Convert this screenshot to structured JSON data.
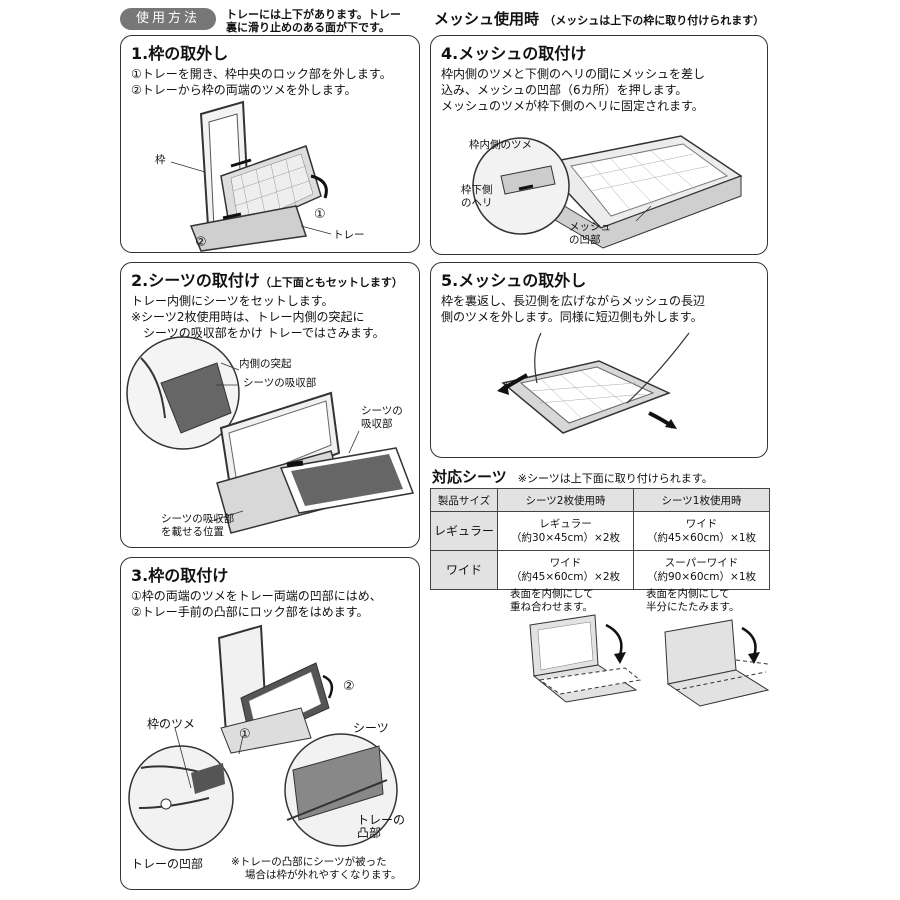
{
  "header": {
    "tag": "使用方法",
    "note1": "トレーには上下があります。トレー",
    "note2": "裏に滑り止めのある面が下です。",
    "mesh_title": "メッシュ使用時",
    "mesh_note": "（メッシュは上下の枠に取り付けられます）"
  },
  "step1": {
    "title": "1.枠の取外し",
    "line1": "①トレーを開き、枠中央のロック部を外します。",
    "line2": "②トレーから枠の両端のツメを外します。",
    "label_frame": "枠",
    "label_tray": "トレー",
    "mark1": "①",
    "mark2": "②"
  },
  "step2": {
    "title": "2.シーツの取付け",
    "title_sub": "（上下面ともセットします）",
    "line1": "トレー内側にシーツをセットします。",
    "line2": "※シーツ2枚使用時は、トレー内側の突起に",
    "line3": "シーツの吸収部をかけ トレーではさみます。",
    "label_protrusion": "内側の突起",
    "label_absorb": "シーツの吸収部",
    "label_sheet_absorb_1": "シーツの",
    "label_sheet_absorb_2": "吸収部",
    "label_place_1": "シーツの吸収部",
    "label_place_2": "を載せる位置"
  },
  "step3": {
    "title": "3.枠の取付け",
    "line1": "①枠の両端のツメをトレー両端の凹部にはめ、",
    "line2": "②トレー手前の凸部にロック部をはめます。",
    "label_claw": "枠のツメ",
    "label_sheet": "シーツ",
    "label_bump_1": "トレーの",
    "label_bump_2": "凸部",
    "label_recess": "トレーの凹部",
    "mark1": "①",
    "mark2": "②",
    "note1": "※トレーの凸部にシーツが被った",
    "note2": "場合は枠が外れやすくなります。"
  },
  "step4": {
    "title": "4.メッシュの取付け",
    "line1": "枠内側のツメと下側のヘリの間にメッシュを差し",
    "line2": "込み、メッシュの凹部（6カ所）を押します。",
    "line3": "メッシュのツメが枠下側のヘリに固定されます。",
    "label_claw": "枠内側のツメ",
    "label_edge_1": "枠下側",
    "label_edge_2": "のヘリ",
    "label_recess_1": "メッシュ",
    "label_recess_2": "の凹部"
  },
  "step5": {
    "title": "5.メッシュの取外し",
    "line1": "枠を裏返し、長辺側を広げながらメッシュの長辺",
    "line2": "側のツメを外します。同様に短辺側も外します。"
  },
  "sheets": {
    "title": "対応シーツ",
    "note": "※シーツは上下面に取り付けられます。",
    "headers": [
      "製品サイズ",
      "シーツ2枚使用時",
      "シーツ1枚使用時"
    ],
    "rows": [
      {
        "size": "レギュラー",
        "two_a": "レギュラー",
        "two_b": "（約30×45cm）×2枚",
        "one_a": "ワイド",
        "one_b": "（約45×60cm）×1枚"
      },
      {
        "size": "ワイド",
        "two_a": "ワイド",
        "two_b": "（約45×60cm）×2枚",
        "one_a": "スーパーワイド",
        "one_b": "（約90×60cm）×1枚"
      }
    ],
    "fold1_1": "表面を内側にして",
    "fold1_2": "重ね合わせます。",
    "fold2_1": "表面を内側にして",
    "fold2_2": "半分にたたみます。"
  }
}
